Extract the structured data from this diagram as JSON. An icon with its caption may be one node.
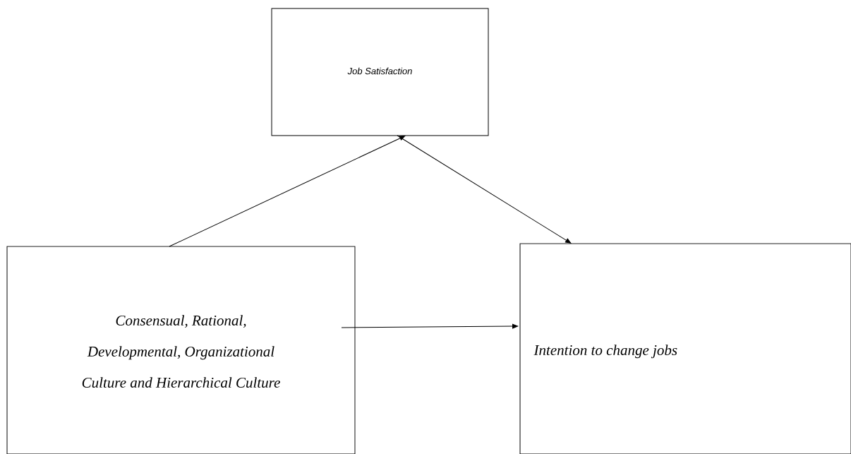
{
  "diagram": {
    "nodes": [
      {
        "text": [
          "Job Satisfaction"
        ]
      },
      {
        "text": [
          "Consensual, Rational, Developmental, Organizational Culture and Hierarchical Culture"
        ]
      },
      {
        "text": [
          "Intention to change jobs"
        ]
      }
    ],
    "edges": [
      {
        "from": 1,
        "to": 0,
        "arrow": "to"
      },
      {
        "from": 0,
        "to": 2,
        "arrow": "to"
      },
      {
        "from": 1,
        "to": 2,
        "arrow": "to"
      }
    ]
  }
}
